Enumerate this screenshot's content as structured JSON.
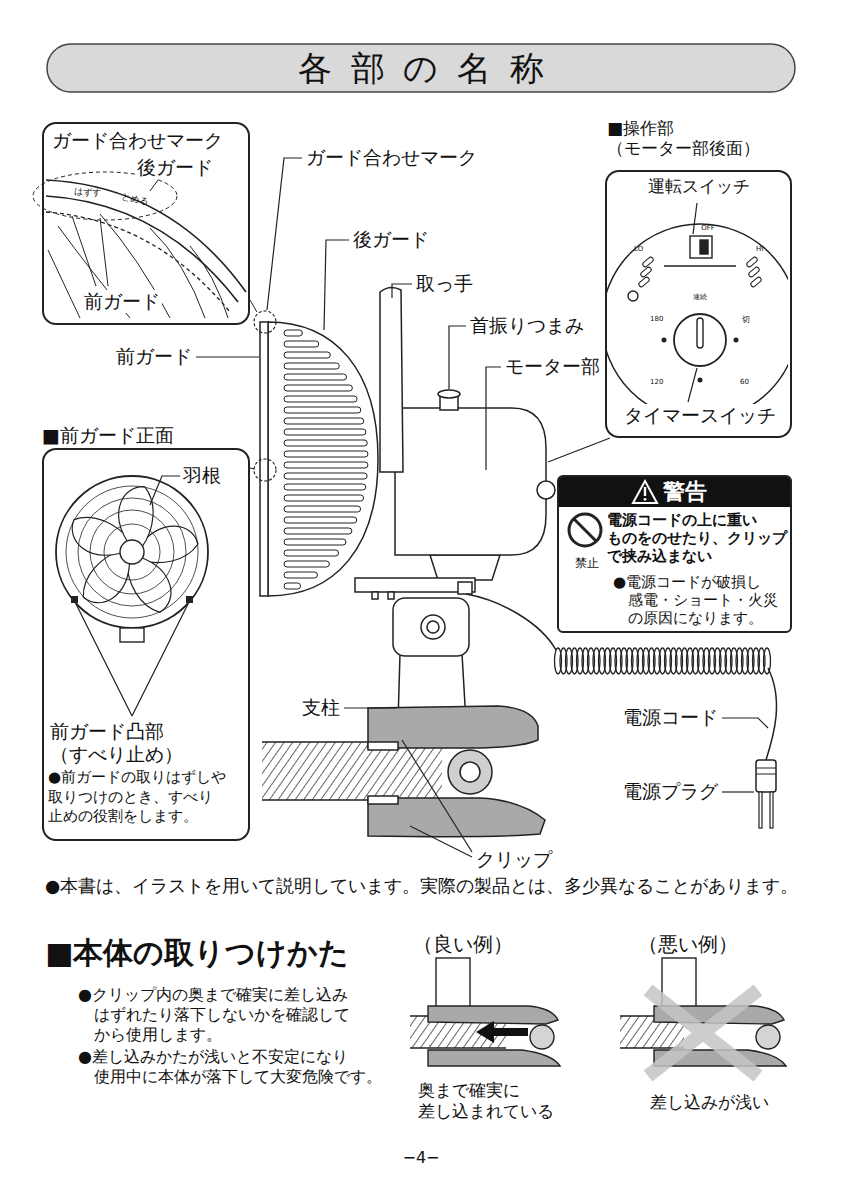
{
  "diagram": {
    "title": "各部の名称",
    "nodes": [
      {
        "text": [
          "ガード合わせマーク",
          "後ガード",
          "前ガード",
          "はずす",
          "とめる"
        ]
      },
      {
        "text": [
          "■操作部 （モーター部後面）",
          "運転スイッチ",
          "OFF",
          "LO",
          "HI",
          "連続",
          "切",
          "180",
          "120",
          "60",
          "タイマースイッチ"
        ]
      },
      {
        "text": [
          "■前ガード正面",
          "羽根",
          "前ガード凸部 （すべり止め）",
          "●前ガードの取りはずしや 取りつけのとき、すべり 止めの役割をします。"
        ]
      },
      {
        "text": [
          "警告",
          "電源コードの上に重い ものをのせたり、クリップ で挟み込まない",
          "禁止",
          "●電源コードが破損し 感電・ショート・火災 の原因になります。"
        ]
      }
    ],
    "labels": [
      "ガード合わせマーク",
      "後ガード",
      "取っ手",
      "首振りつまみ",
      "モーター部",
      "前ガード",
      "支柱",
      "電源コード",
      "電源プラグ",
      "クリップ",
      "●本書は、イラストを用いて説明しています。実際の製品とは、多少異なることがあります。",
      "■本体の取りつけかた",
      "●クリップ内の奥まで確実に差し込み はずれたり落下しないかを確認して から使用します。",
      "●差し込みかたが浅いと不安定になり 使用中に本体が落下して大変危険です。",
      "（良い例）",
      "（悪い例）",
      "奥まで確実に 差し込まれている",
      "差し込みが浅い",
      "−4−"
    ]
  }
}
